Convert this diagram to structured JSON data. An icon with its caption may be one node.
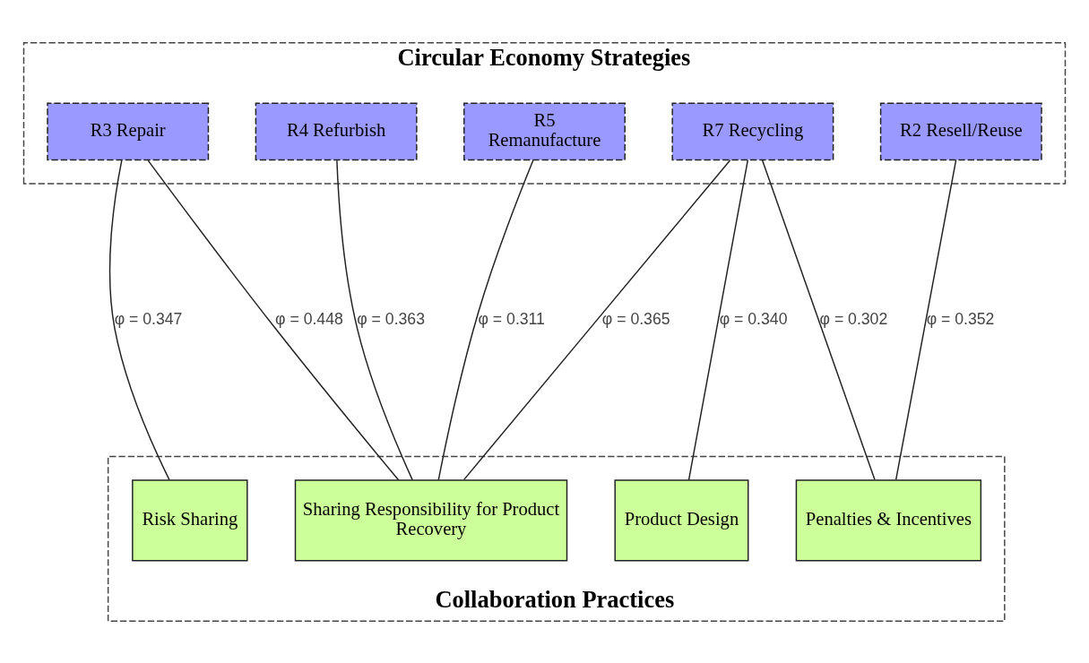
{
  "diagram": {
    "nodes": [
      {
        "text": [
          "Circular Economy Strategies"
        ]
      },
      {
        "text": [
          "R3 Repair"
        ],
        "in": 0
      },
      {
        "text": [
          "R4 Refurbish"
        ],
        "in": 0
      },
      {
        "text": [
          "R5 Remanufacture"
        ],
        "in": 0
      },
      {
        "text": [
          "R7 Recycling"
        ],
        "in": 0
      },
      {
        "text": [
          "R2 Resell/Reuse"
        ],
        "in": 0
      },
      {
        "text": [
          "Collaboration Practices"
        ]
      },
      {
        "text": [
          "Risk Sharing"
        ],
        "in": 6
      },
      {
        "text": [
          "Sharing Responsibility for Product Recovery"
        ],
        "in": 6
      },
      {
        "text": [
          "Product Design"
        ],
        "in": 6
      },
      {
        "text": [
          "Penalties & Incentives"
        ],
        "in": 6
      }
    ],
    "edges": [
      {
        "from": 1,
        "to": 7,
        "arrow": "none",
        "label": "φ = 0.347"
      },
      {
        "from": 1,
        "to": 8,
        "arrow": "none",
        "label": "φ = 0.448"
      },
      {
        "from": 2,
        "to": 8,
        "arrow": "none",
        "label": "φ = 0.363"
      },
      {
        "from": 3,
        "to": 8,
        "arrow": "none",
        "label": "φ = 0.311"
      },
      {
        "from": 4,
        "to": 8,
        "arrow": "none",
        "label": "φ = 0.365"
      },
      {
        "from": 4,
        "to": 9,
        "arrow": "none",
        "label": "φ = 0.340"
      },
      {
        "from": 4,
        "to": 10,
        "arrow": "none",
        "label": "φ = 0.302"
      },
      {
        "from": 5,
        "to": 10,
        "arrow": "none",
        "label": "φ = 0.352"
      }
    ]
  }
}
